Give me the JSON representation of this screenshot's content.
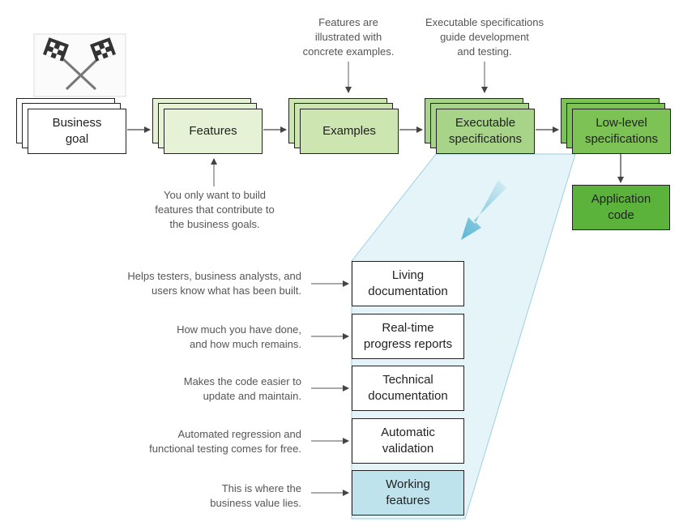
{
  "pipeline": {
    "business_goal": "Business\ngoal",
    "features": "Features",
    "examples": "Examples",
    "executable_specs": "Executable\nspecifications",
    "low_level_specs": "Low-level\nspecifications",
    "application_code": "Application\ncode"
  },
  "annotations": {
    "features_note": "You only want to build\nfeatures that contribute to\nthe business goals.",
    "examples_note": "Features are\nillustrated with\nconcrete examples.",
    "exec_note": "Executable specifications\nguide development\nand testing."
  },
  "outcomes": [
    {
      "label": "Living\ndocumentation",
      "note": "Helps testers, business analysts, and\nusers know what has been built."
    },
    {
      "label": "Real-time\nprogress reports",
      "note": "How much you have done,\nand how much remains."
    },
    {
      "label": "Technical\ndocumentation",
      "note": "Makes the code easier to\nupdate and maintain."
    },
    {
      "label": "Automatic\nvalidation",
      "note": "Automated regression and\nfunctional testing comes for free."
    },
    {
      "label": "Working\nfeatures",
      "note": "This is where the\nbusiness value lies."
    }
  ],
  "colors": {
    "white": "#ffffff",
    "pale_green": "#e6f2d6",
    "light_green": "#cde5b0",
    "mid_green": "#a8d48a",
    "strong_green": "#7cc254",
    "dark_green": "#5cb33c",
    "funnel_blue": "#e5f4f8",
    "working_blue": "#bfe3ec"
  },
  "icons": {
    "flags": "checkered-flags-icon",
    "big_arrow": "down-left-arrow-icon"
  }
}
